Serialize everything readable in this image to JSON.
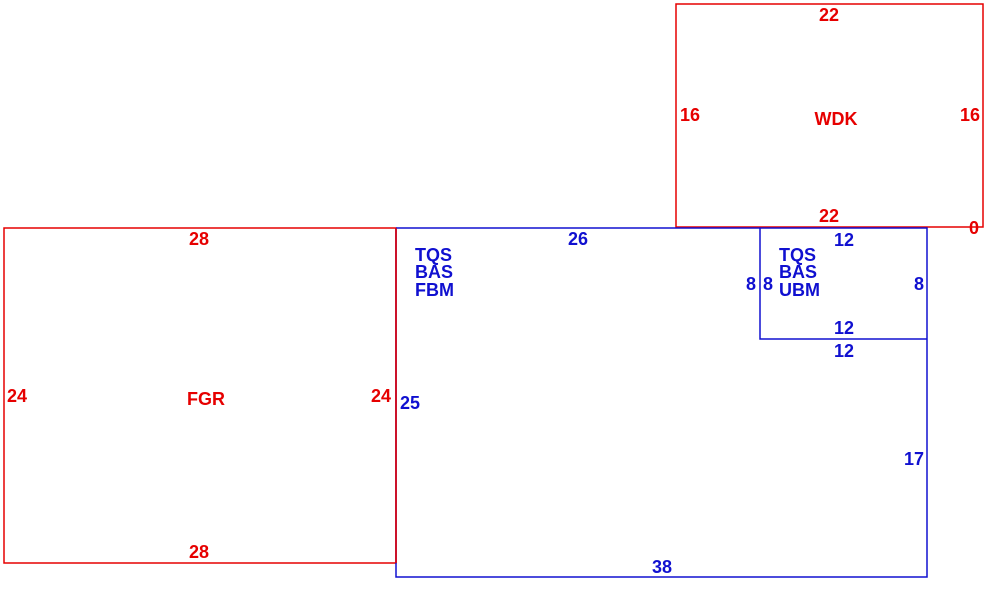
{
  "colors": {
    "red": "#e60000",
    "blue": "#1010d0",
    "background": "#ffffff"
  },
  "rooms": {
    "wdk": {
      "name": "WDK",
      "top": "22",
      "left": "16",
      "right": "16",
      "bottom": "22",
      "corner": "0"
    },
    "fgr": {
      "name": "FGR",
      "top": "28",
      "left": "24",
      "right": "24",
      "bottom": "28"
    },
    "fbm": {
      "line1": "TQS",
      "line2": "BAS",
      "line3": "FBM",
      "top": "26",
      "left": "25",
      "bottom": "38",
      "right": "17",
      "inner_top": "12",
      "inner_left": "8"
    },
    "ubm": {
      "line1": "TQS",
      "line2": "BAS",
      "line3": "UBM",
      "top": "12",
      "left": "8",
      "right": "8",
      "bottom": "12"
    }
  }
}
